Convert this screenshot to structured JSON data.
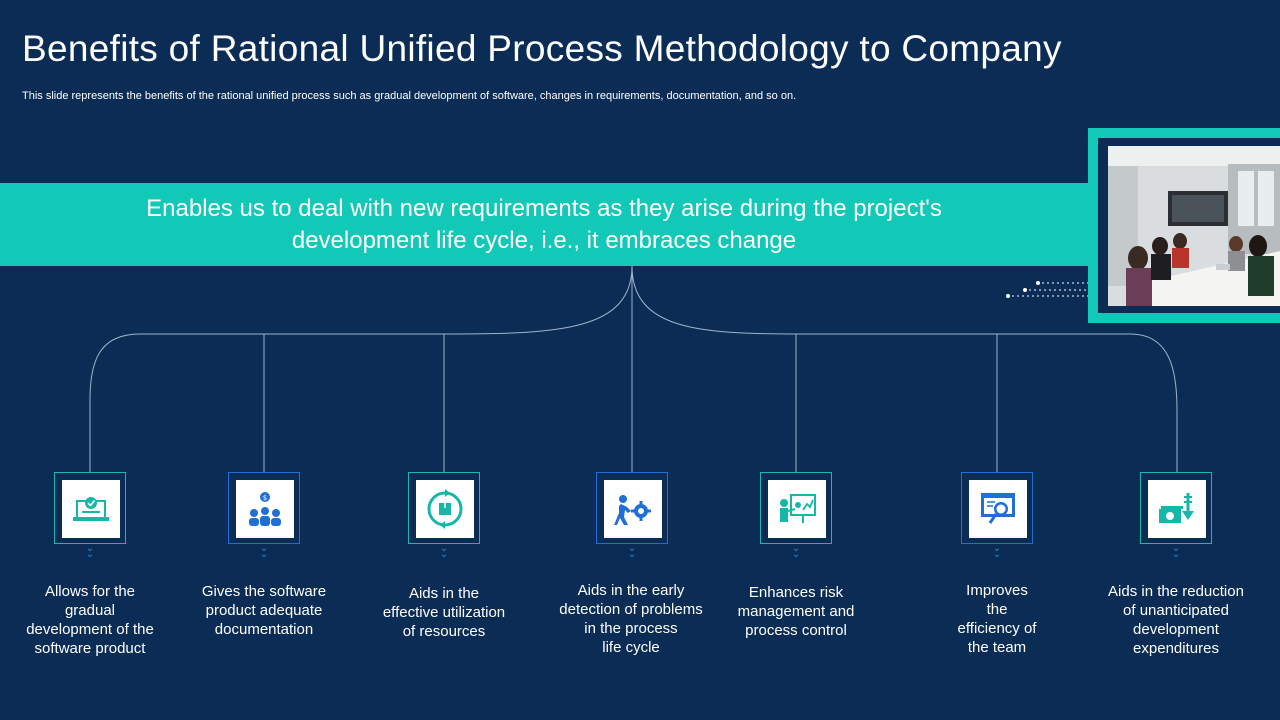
{
  "title": "Benefits of Rational Unified Process Methodology to Company",
  "subtitle": "This slide represents the benefits of the rational unified process such as gradual development of software, changes in requirements, documentation, and so on.",
  "banner": {
    "line1": "Enables us to deal with new requirements as they arise during the project's",
    "line2": "development life cycle, i.e., it embraces change"
  },
  "colors": {
    "background": "#0b2d55",
    "accent": "#12c8b6",
    "icon_blue": "#1f6fd6"
  },
  "benefits": [
    {
      "icon": "document-check-icon",
      "lines": [
        "Allows for the",
        "gradual",
        "development of the",
        "software product"
      ]
    },
    {
      "icon": "team-money-icon",
      "lines": [
        "Gives the software",
        "product adequate",
        "documentation"
      ]
    },
    {
      "icon": "recycle-box-icon",
      "lines": [
        "Aids in the",
        "effective utilization",
        "of resources"
      ]
    },
    {
      "icon": "person-gear-icon",
      "lines": [
        "Aids in the early",
        "detection of problems",
        "in the process",
        "life cycle"
      ]
    },
    {
      "icon": "presentation-board-icon",
      "lines": [
        "Enhances risk",
        "management and",
        "process control"
      ]
    },
    {
      "icon": "magnifier-screen-icon",
      "lines": [
        "Improves",
        "the",
        "efficiency of",
        "the team"
      ]
    },
    {
      "icon": "money-down-icon",
      "lines": [
        "Aids in the reduction",
        "of unanticipated",
        "development",
        "expenditures"
      ]
    }
  ]
}
